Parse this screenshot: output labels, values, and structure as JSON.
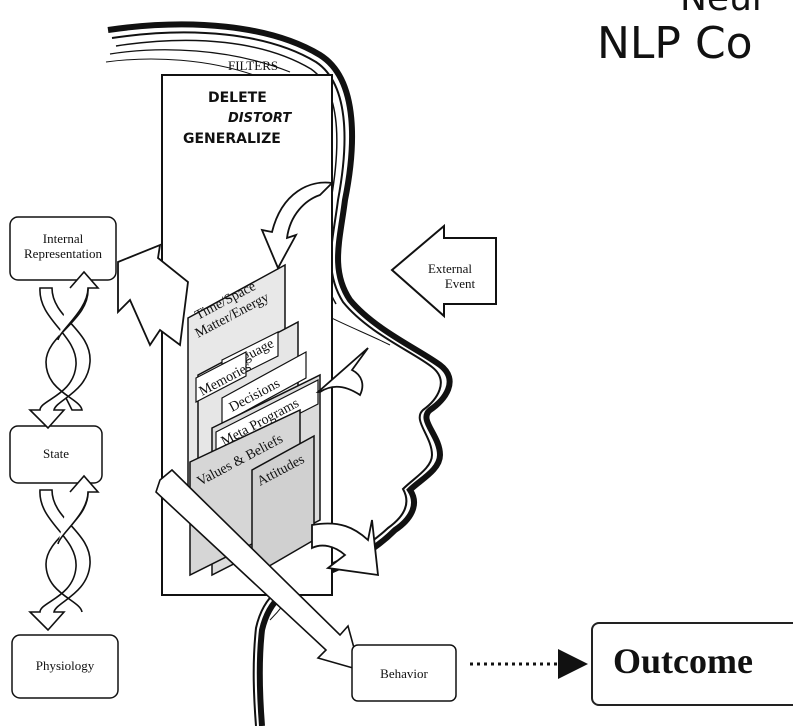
{
  "title": {
    "line1": "Neur",
    "line2": "NLP Co"
  },
  "filters": {
    "header": "FILTERS",
    "ops": [
      "DELETE",
      "DISTORT",
      "GENERALIZE"
    ]
  },
  "filter_cards": [
    "Time/Space",
    "Matter/Energy",
    "Language",
    "Memories",
    "Decisions",
    "Meta Programs",
    "Values & Beliefs",
    "Attitudes"
  ],
  "boxes": {
    "internal_rep_line1": "Internal",
    "internal_rep_line2": "Representation",
    "state": "State",
    "physiology": "Physiology",
    "behavior": "Behavior",
    "external_line1": "External",
    "external_line2": "Event",
    "outcome": "Outcome"
  }
}
